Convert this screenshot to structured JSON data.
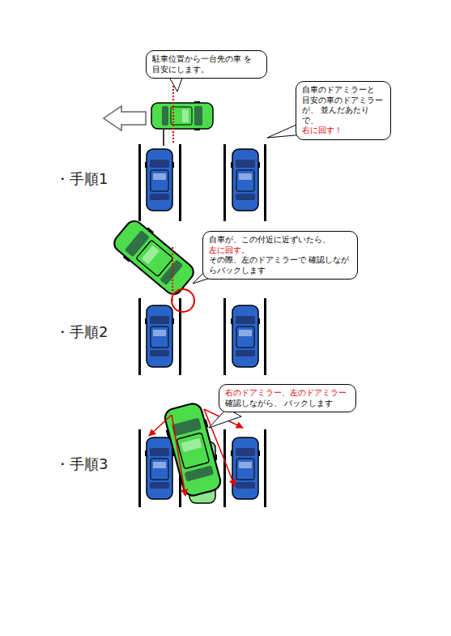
{
  "diagram": {
    "nodes": [
      {
        "text": [
          "駐車位置から一台先の車 を 目安にします。"
        ]
      },
      {
        "text": [
          "自車のドアミラーと 目安の車のドアミラー が、 並んだあたりで、",
          "右に回す！"
        ]
      },
      {
        "text": [
          "自車が、この付近に近ずいたら、",
          "左に回す。",
          "その際、左のドアミラーで 確認しながらバックします"
        ]
      },
      {
        "text": [
          "右のドアミラー、左のドアミラー",
          "確認しながら、 バックします"
        ]
      }
    ],
    "labels": [
      "・手順1",
      "・手順2",
      "・手順3"
    ]
  }
}
